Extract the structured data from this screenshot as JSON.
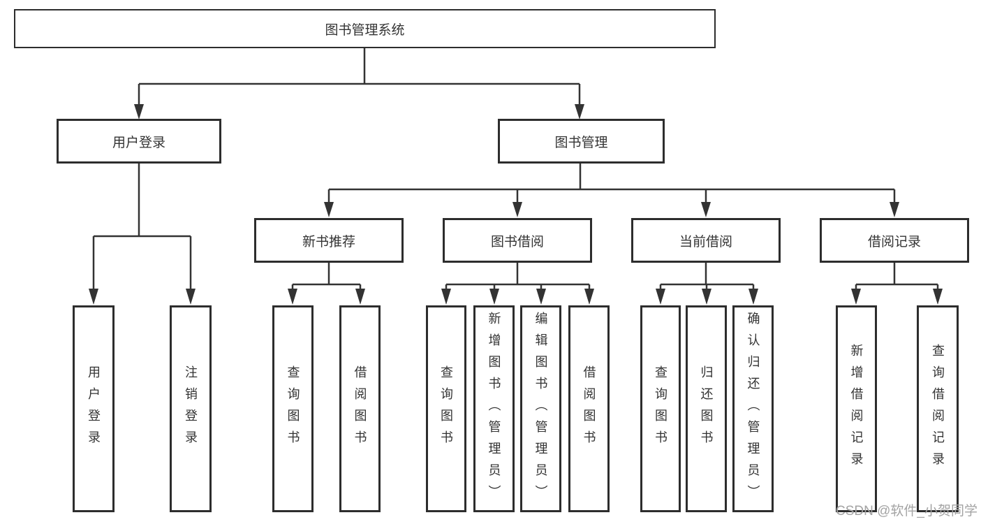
{
  "diagram": {
    "title": "图书管理系统",
    "watermark": "CSDN @软件_小贺同学",
    "colors": {
      "line": "#333333",
      "box_border": "#2d2d2d",
      "text": "#333333",
      "watermark": "#a3a3a3",
      "background": "#ffffff"
    },
    "level2": [
      {
        "label": "用户登录",
        "children": [
          "用户登录",
          "注销登录"
        ]
      },
      {
        "label": "图书管理",
        "children": []
      }
    ],
    "level3": [
      {
        "label": "新书推荐",
        "children": [
          "查询图书",
          "借阅图书"
        ]
      },
      {
        "label": "图书借阅",
        "children": [
          "查询图书",
          "新增图书（管理员）",
          "编辑图书（管理员）",
          "借阅图书"
        ]
      },
      {
        "label": "当前借阅",
        "children": [
          "查询图书",
          "归还图书",
          "确认归还（管理员）"
        ]
      },
      {
        "label": "借阅记录",
        "children": [
          "新增借阅记录",
          "查询借阅记录"
        ]
      }
    ]
  }
}
